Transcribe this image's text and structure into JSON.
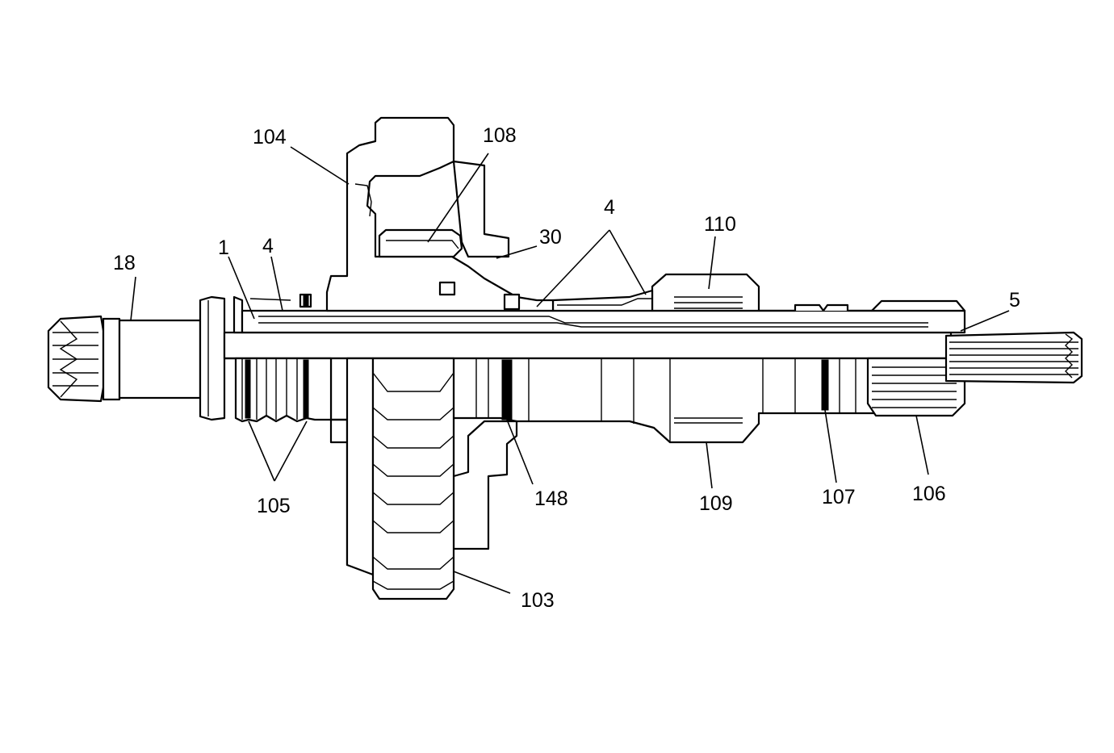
{
  "callouts": {
    "c1": "1",
    "c4a": "4",
    "c4b": "4",
    "c5": "5",
    "c18": "18",
    "c30": "30",
    "c103": "103",
    "c104": "104",
    "c105": "105",
    "c106": "106",
    "c107": "107",
    "c108": "108",
    "c109": "109",
    "c110": "110",
    "c148": "148"
  },
  "colors": {
    "line": "#000000",
    "background": "#ffffff"
  }
}
